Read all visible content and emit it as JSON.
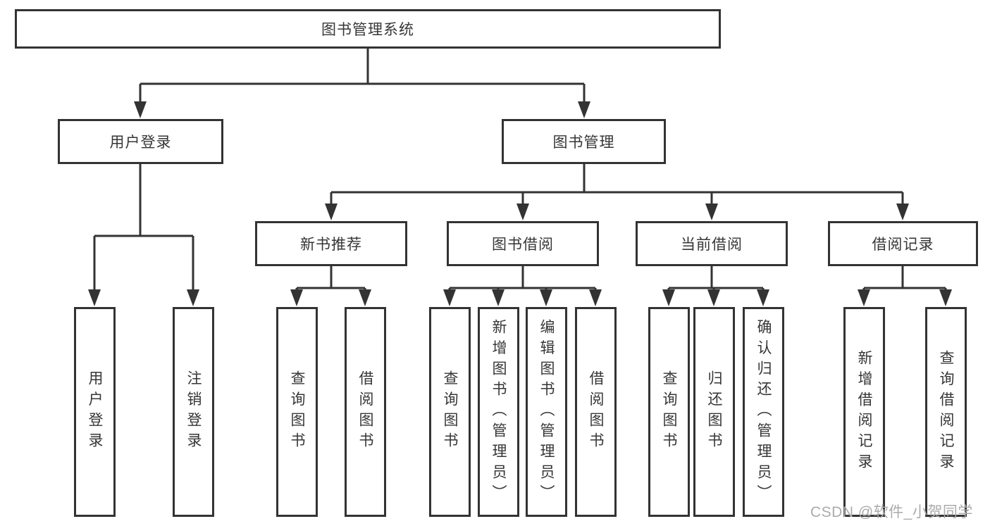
{
  "nodes": {
    "root": {
      "label": "图书管理系统"
    },
    "level2": [
      {
        "label": "用户登录"
      },
      {
        "label": "图书管理"
      }
    ],
    "level3": [
      {
        "label": "新书推荐"
      },
      {
        "label": "图书借阅"
      },
      {
        "label": "当前借阅"
      },
      {
        "label": "借阅记录"
      }
    ],
    "leaves": [
      {
        "label": "用户登录"
      },
      {
        "label": "注销登录"
      },
      {
        "label": "查询图书"
      },
      {
        "label": "借阅图书"
      },
      {
        "label": "查询图书"
      },
      {
        "label": "新增图书（管理员）"
      },
      {
        "label": "编辑图书（管理员）"
      },
      {
        "label": "借阅图书"
      },
      {
        "label": "查询图书"
      },
      {
        "label": "归还图书"
      },
      {
        "label": "确认归还（管理员）"
      },
      {
        "label": "新增借阅记录"
      },
      {
        "label": "查询借阅记录"
      }
    ]
  },
  "watermark": {
    "text": "CSDN @软件_小贺同学"
  },
  "colors": {
    "line": "#333333",
    "text": "#363636",
    "background": "#ffffff",
    "watermark": "#ababab"
  }
}
